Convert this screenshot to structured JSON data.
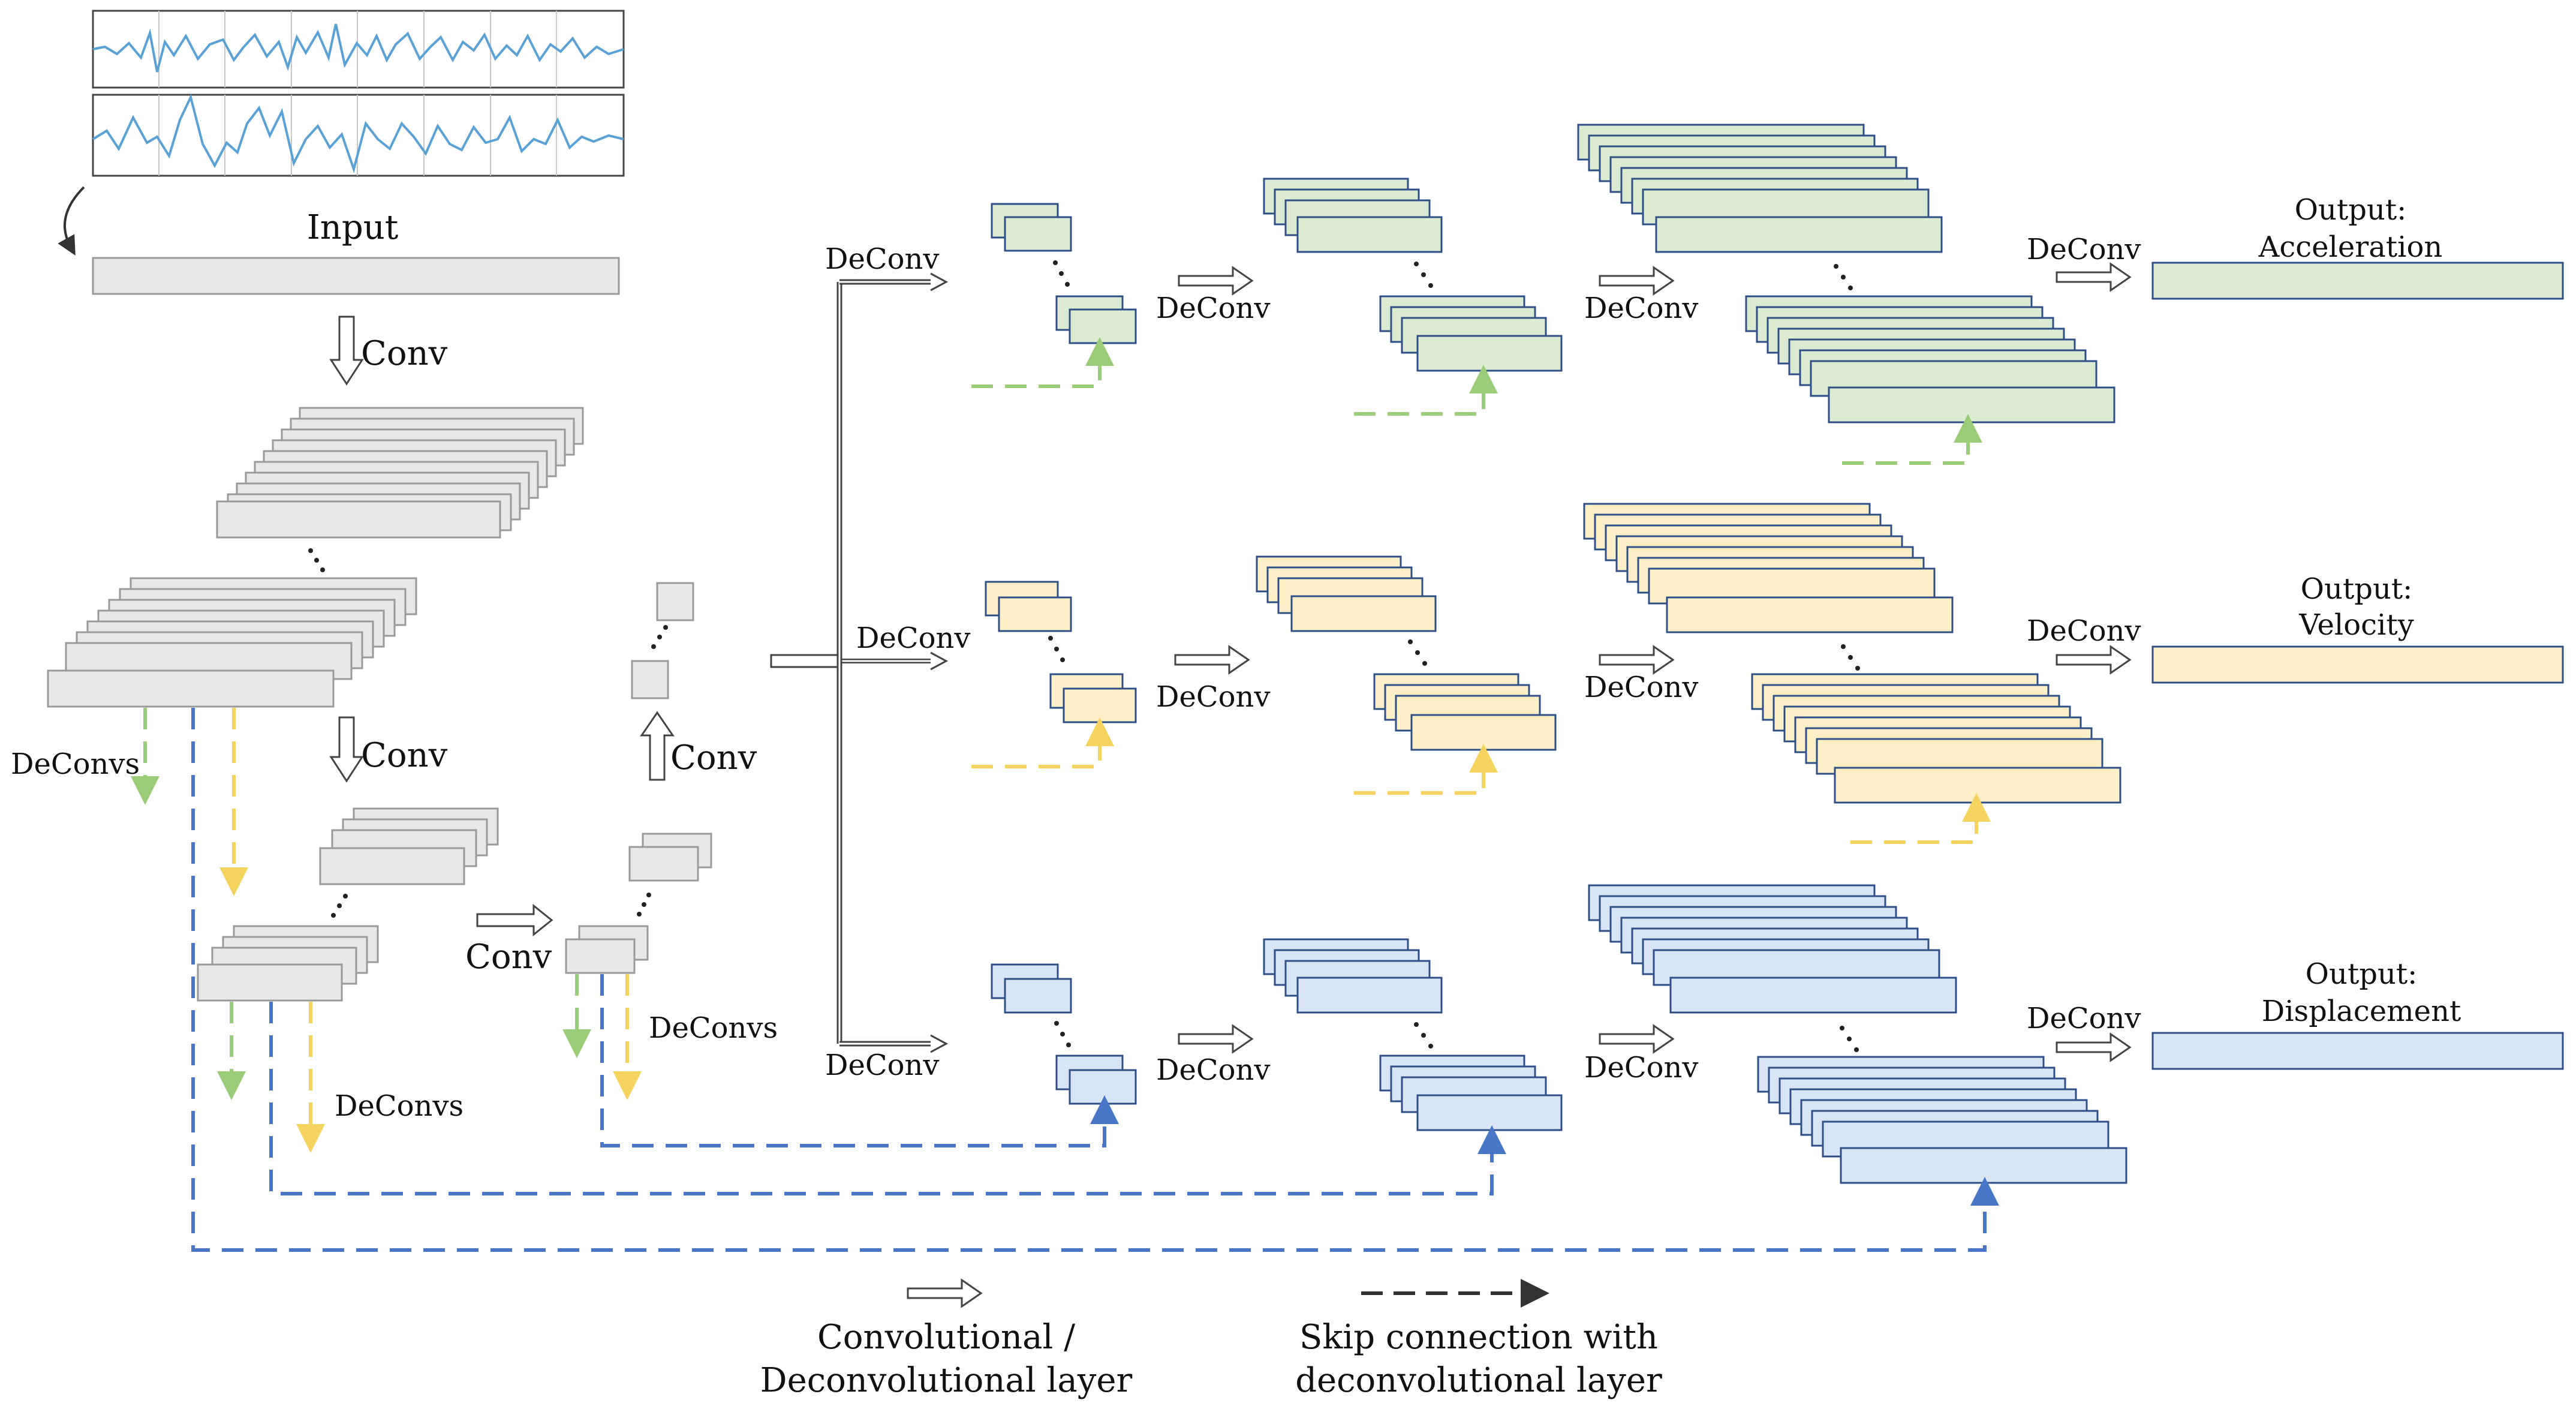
{
  "labels": {
    "input": "Input",
    "conv": "Conv",
    "deconv": "DeConv",
    "deconvs": "DeConvs",
    "output_acceleration_title": "Output:",
    "output_acceleration_name": "Acceleration",
    "output_velocity_title": "Output:",
    "output_velocity_name": "Velocity",
    "output_displacement_title": "Output:",
    "output_displacement_name": "Displacement"
  },
  "legend": {
    "conv_layer_line1": "Convolutional /",
    "conv_layer_line2": "Deconvolutional layer",
    "skip_line1": "Skip connection with",
    "skip_line2": "deconvolutional layer"
  },
  "colors": {
    "gray_fill": "#e8e8e8",
    "gray_stroke": "#9a9a9a",
    "green_fill": "#dcebd2",
    "yellow_fill": "#fdf0c8",
    "blue_fill": "#d9e5f5",
    "branch_stroke": "#2f4f86",
    "green_line": "#9bcc7a",
    "yellow_line": "#f4d35e",
    "blue_line": "#4a76c8",
    "signal": "#5aa2d6"
  }
}
